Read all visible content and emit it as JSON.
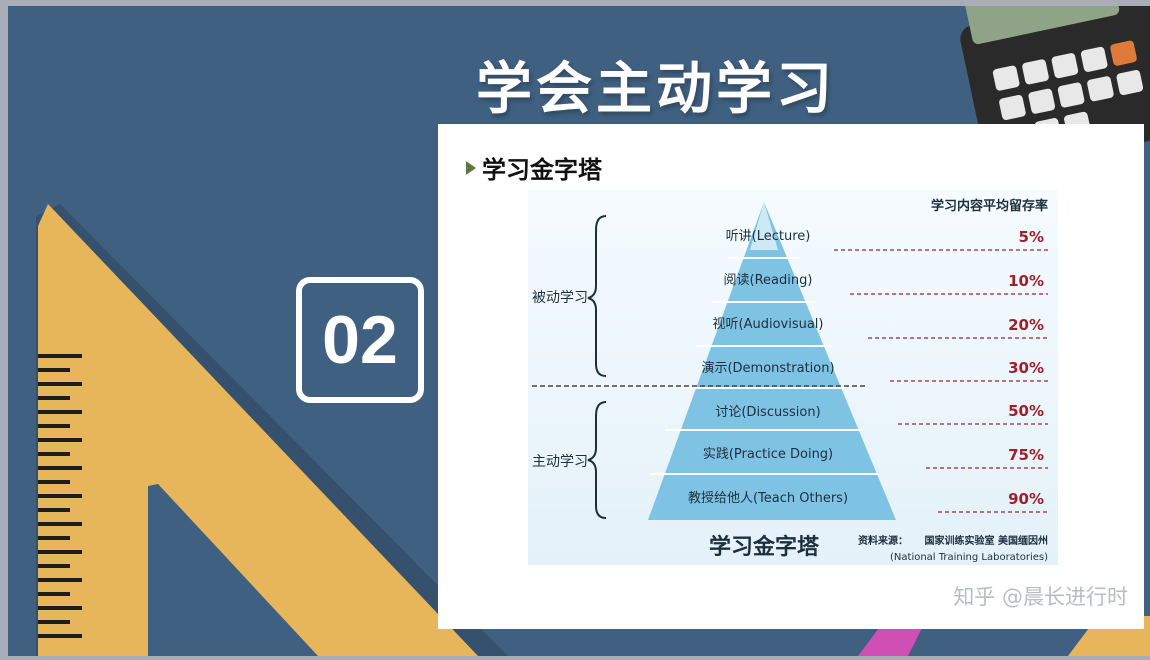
{
  "slide": {
    "title": "学会主动学习",
    "section_number": "02"
  },
  "card": {
    "heading": "学习金字塔",
    "column_header": "学习内容平均留存率",
    "groups": [
      {
        "label": "被动学习"
      },
      {
        "label": "主动学习"
      }
    ],
    "levels": [
      {
        "label": "听讲(Lecture)",
        "retention": "5%"
      },
      {
        "label": "阅读(Reading)",
        "retention": "10%"
      },
      {
        "label": "视听(Audiovisual)",
        "retention": "20%"
      },
      {
        "label": "演示(Demonstration)",
        "retention": "30%"
      },
      {
        "label": "讨论(Discussion)",
        "retention": "50%"
      },
      {
        "label": "实践(Practice Doing)",
        "retention": "75%"
      },
      {
        "label": "教授给他人(Teach Others)",
        "retention": "90%"
      }
    ],
    "pyramid_caption": "学习金字塔",
    "source_label": "资料来源：",
    "source_org": "国家训练实验室  美国缅因州",
    "source_org_en": "(National Training Laboratories)",
    "watermark": "知乎 @晨长进行时"
  },
  "colors": {
    "slide_bg": "#3f6081",
    "accent_yellow": "#e8b65a",
    "pyramid_blue": "#7fc3e4",
    "retention_red": "#a0202a"
  }
}
